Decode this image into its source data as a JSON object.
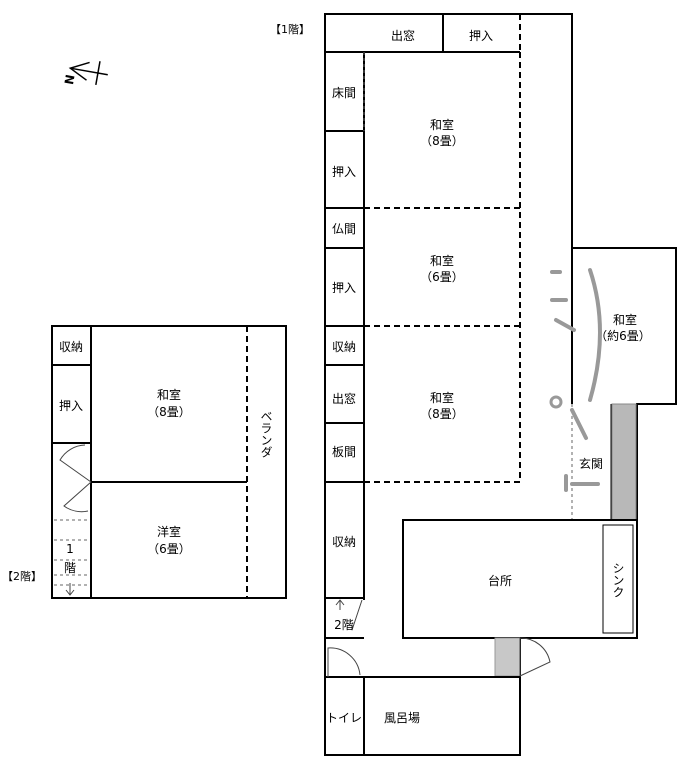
{
  "floor_labels": {
    "first": "【1階】",
    "second": "【2階】"
  },
  "compass": {
    "glyph": "N",
    "icon": "north-arrow-icon"
  },
  "first_floor": {
    "demado_top": "出窓",
    "oshiire_top": "押入",
    "tokonoma": "床間",
    "oshiire_1": "押入",
    "washitsu_1": {
      "name": "和室",
      "size": "（8畳）"
    },
    "butsuma": "仏間",
    "oshiire_2": "押入",
    "washitsu_2": {
      "name": "和室",
      "size": "（6畳）"
    },
    "shuno_1": "収納",
    "demado_side": "出窓",
    "itanoma": "板間",
    "washitsu_3": {
      "name": "和室",
      "size": "（8畳）"
    },
    "washitsu_4": {
      "name": "和室",
      "size": "（約6畳）"
    },
    "genkan": "玄関",
    "shuno_2": "収納",
    "stairs_up": "2階",
    "daidokoro": "台所",
    "sink": "シンク",
    "toilet": "トイレ",
    "furoba": "風呂場"
  },
  "second_floor": {
    "shuno": "収納",
    "oshiire": "押入",
    "washitsu": {
      "name": "和室",
      "size": "（8畳）"
    },
    "veranda": "ベランダ",
    "yoshitsu": {
      "name": "洋室",
      "size": "（6畳）"
    },
    "stairs_down_num": "1",
    "stairs_down_kai": "階"
  }
}
